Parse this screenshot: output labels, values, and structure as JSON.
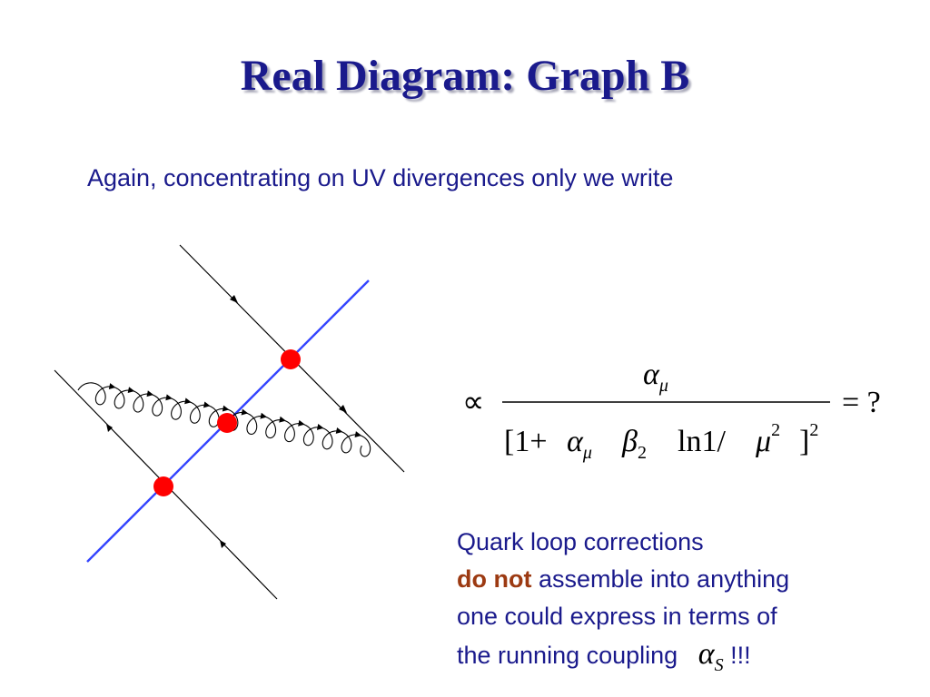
{
  "slide": {
    "title": "Real Diagram: Graph B",
    "subtitle": "Again, concentrating on UV divergences only we write"
  },
  "formula": {
    "proportional": "∝",
    "numerator_symbol": "α",
    "numerator_subscript": "μ",
    "den_open": "[1+",
    "den_alpha": "α",
    "den_alpha_sub": "μ",
    "den_beta": "β",
    "den_beta_sub": "2",
    "den_ln": "ln1/",
    "den_mu": "μ",
    "den_mu_sup": "2",
    "den_close": "]",
    "den_close_sup": "2",
    "rhs": "= ?"
  },
  "note": {
    "line1": "Quark loop corrections",
    "line2_emph": "do not",
    "line2_rest": " assemble into anything",
    "line3": "one could express in terms of",
    "line4_pre": "the running coupling",
    "line4_symbol": "α",
    "line4_sub": "S",
    "line4_post": "!!!"
  },
  "colors": {
    "title": "#1a1a8c",
    "text": "#1a1a8c",
    "emphasis": "#9c3a12",
    "vertex": "#ff0000",
    "cut_line": "#3344ff"
  }
}
